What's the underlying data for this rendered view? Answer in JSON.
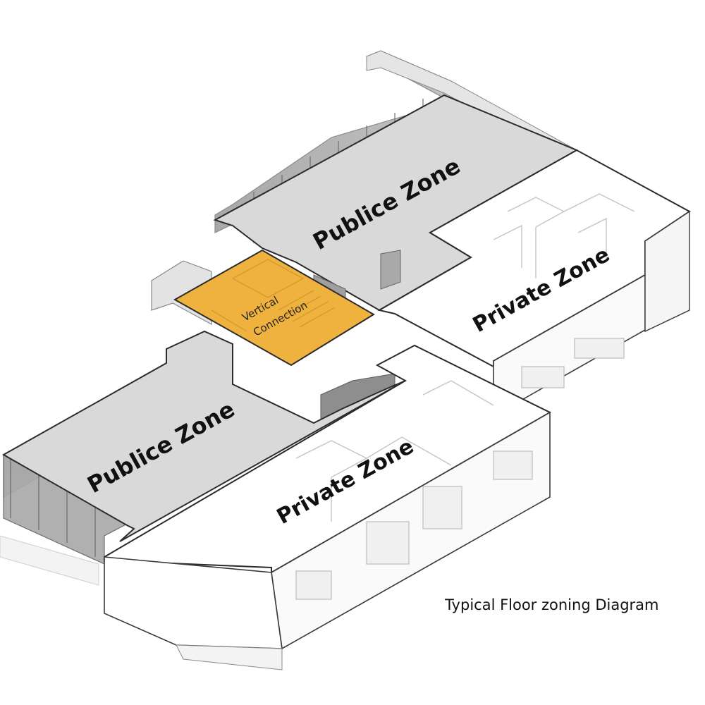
{
  "zones": {
    "public_upper": "Publice Zone",
    "public_lower": "Publice Zone",
    "private_upper": "Private Zone",
    "private_lower": "Private Zone",
    "vertical_line1": "Vertical",
    "vertical_line2": "Connection"
  },
  "caption": "Typical Floor zoning Diagram",
  "colors": {
    "public_floor": "#d9d9d9",
    "private_floor": "#ffffff",
    "vertical_connection": "#f0b23e",
    "glass_wall": "#b9b9b9",
    "outline": "#2b2b2b"
  }
}
